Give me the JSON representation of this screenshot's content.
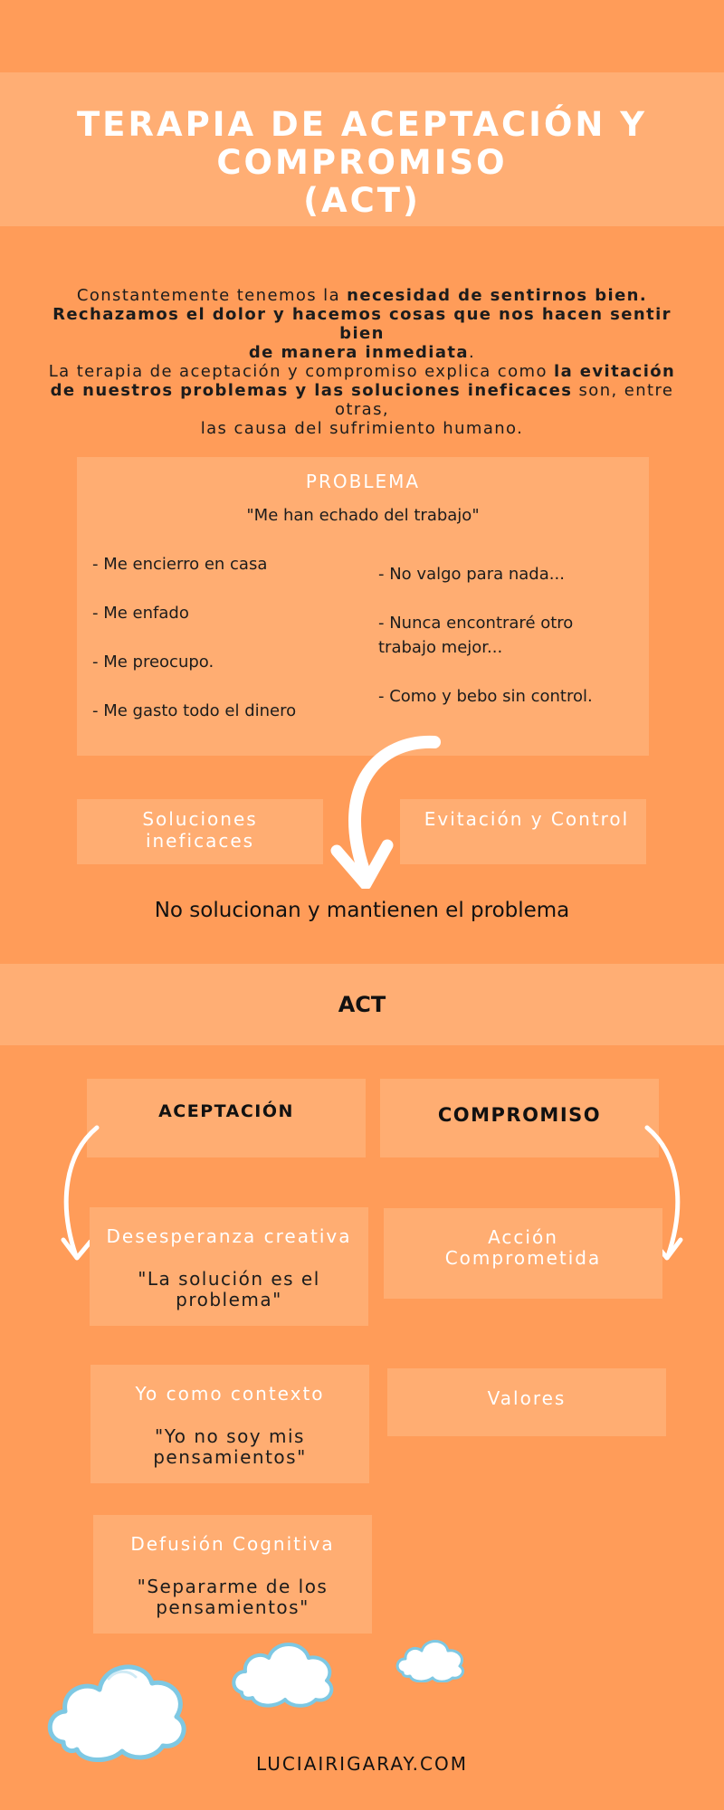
{
  "title": {
    "line1": "TERAPIA DE ACEPTACIÓN Y",
    "line2": "COMPROMISO",
    "line3": "(ACT)"
  },
  "intro": {
    "p1_plain_a": "Constantemente tenemos la ",
    "p1_bold_a": "necesidad de sentirnos bien.",
    "p1_bold_b": "Rechazamos el dolor y hacemos cosas que nos hacen sentir bien",
    "p1_bold_c": "de manera inmediata",
    "p1_plain_c": ".",
    "p2_plain_a": "La terapia de aceptación y compromiso explica como ",
    "p2_bold_a": "la evitación",
    "p2_bold_b": "de nuestros problemas y las soluciones ineficaces",
    "p2_plain_b": " son, entre otras,",
    "p2_plain_c": "las causa del sufrimiento humano."
  },
  "problem": {
    "heading": "PROBLEMA",
    "quote": "\"Me han echado del trabajo\"",
    "left_items": [
      "- Me encierro en casa",
      "- Me enfado",
      "- Me preocupo.",
      "- Me gasto todo el dinero"
    ],
    "right_items": [
      "- No valgo para nada...",
      "- Nunca encontraré otro",
      "trabajo mejor...",
      "- Como y bebo sin control."
    ]
  },
  "middle": {
    "soluciones_line1": "Soluciones",
    "soluciones_line2": "ineficaces",
    "evitacion": "Evitación y Control",
    "conclusion": "No solucionan y mantienen el problema"
  },
  "act": {
    "band_title": "ACT",
    "aceptacion": "ACEPTACIÓN",
    "compromiso": "COMPROMISO",
    "desesperanza": {
      "title": "Desesperanza creativa",
      "quote_line1": "\"La solución es el",
      "quote_line2": "problema\""
    },
    "accion": {
      "line1": "Acción",
      "line2": "Comprometida"
    },
    "yo": {
      "title": "Yo como contexto",
      "quote_line1": "\"Yo no soy mis",
      "quote_line2": "pensamientos\""
    },
    "valores": "Valores",
    "defusion": {
      "title": "Defusión Cognitiva",
      "quote_line1": "\"Separarme de los",
      "quote_line2": "pensamientos\""
    }
  },
  "footer": {
    "site": "LUCIAIRIGARAY.COM"
  },
  "colors": {
    "background": "#ff9c59",
    "panel": "#ffad72",
    "cloud_outline": "#7ec8e3"
  },
  "icons": [
    "curved-arrow-icon",
    "cloud-icon"
  ]
}
